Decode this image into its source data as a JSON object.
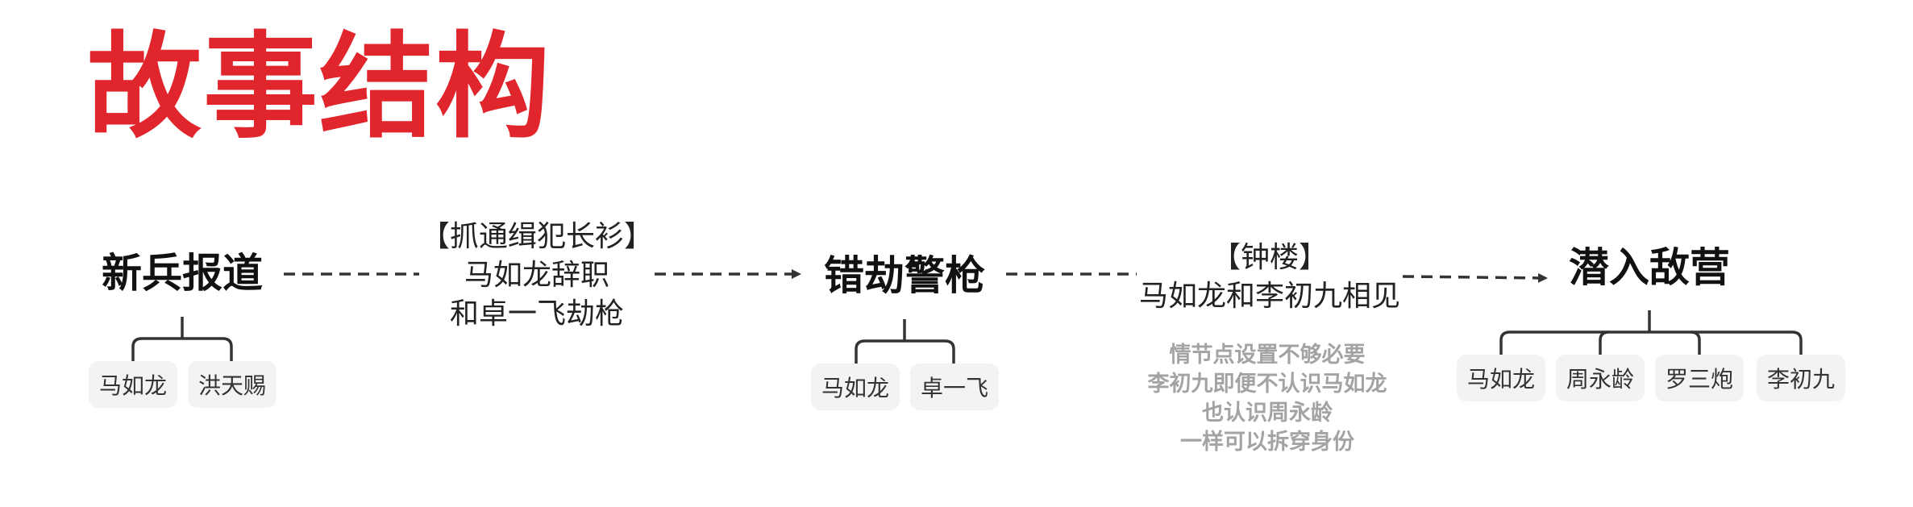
{
  "title": "故事结构",
  "colors": {
    "title": "#e0262c",
    "stage_text": "#111111",
    "note_text": "#a3a3a3",
    "chip_bg": "#f3f3f3",
    "line": "#333333"
  },
  "stages": [
    {
      "label": "新兵报道",
      "characters": [
        "马如龙",
        "洪天赐"
      ]
    },
    {
      "label": "错劫警枪",
      "characters": [
        "马如龙",
        "卓一飞"
      ]
    },
    {
      "label": "潜入敌营",
      "characters": [
        "马如龙",
        "周永龄",
        "罗三炮",
        "李初九"
      ]
    }
  ],
  "events": [
    {
      "lines": [
        "【抓通缉犯长衫】",
        "马如龙辞职",
        "和卓一飞劫枪"
      ]
    },
    {
      "lines": [
        "【钟楼】",
        "马如龙和李初九相见"
      ]
    }
  ],
  "note": {
    "lines": [
      "情节点设置不够必要",
      "李初九即便不认识马如龙",
      "也认识周永龄",
      "一样可以拆穿身份"
    ]
  }
}
